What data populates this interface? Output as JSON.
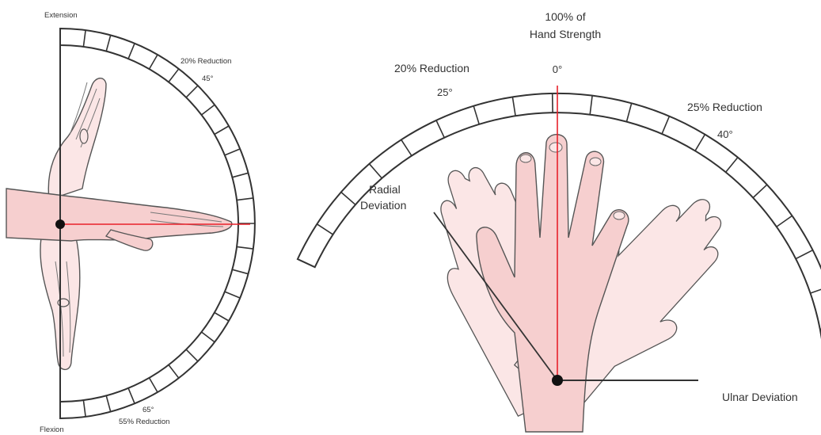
{
  "left_diagram": {
    "extension_label": "Extension",
    "flexion_label": "Flexion",
    "extension_reduction": "20% Reduction",
    "extension_angle": "45°",
    "flexion_angle": "65°",
    "flexion_reduction": "55% Reduction"
  },
  "right_diagram": {
    "strength_line1": "100% of",
    "strength_line2": "Hand Strength",
    "zero_angle": "0°",
    "radial_reduction": "20% Reduction",
    "radial_angle": "25°",
    "ulnar_reduction": "25% Reduction",
    "ulnar_angle": "40°",
    "radial_line1": "Radial",
    "radial_line2": "Deviation",
    "ulnar_label": "Ulnar Deviation"
  },
  "colors": {
    "outline": "#333333",
    "skin": "#f6cfcf",
    "skin_light": "#fbe6e6",
    "accent": "#e8202a"
  }
}
